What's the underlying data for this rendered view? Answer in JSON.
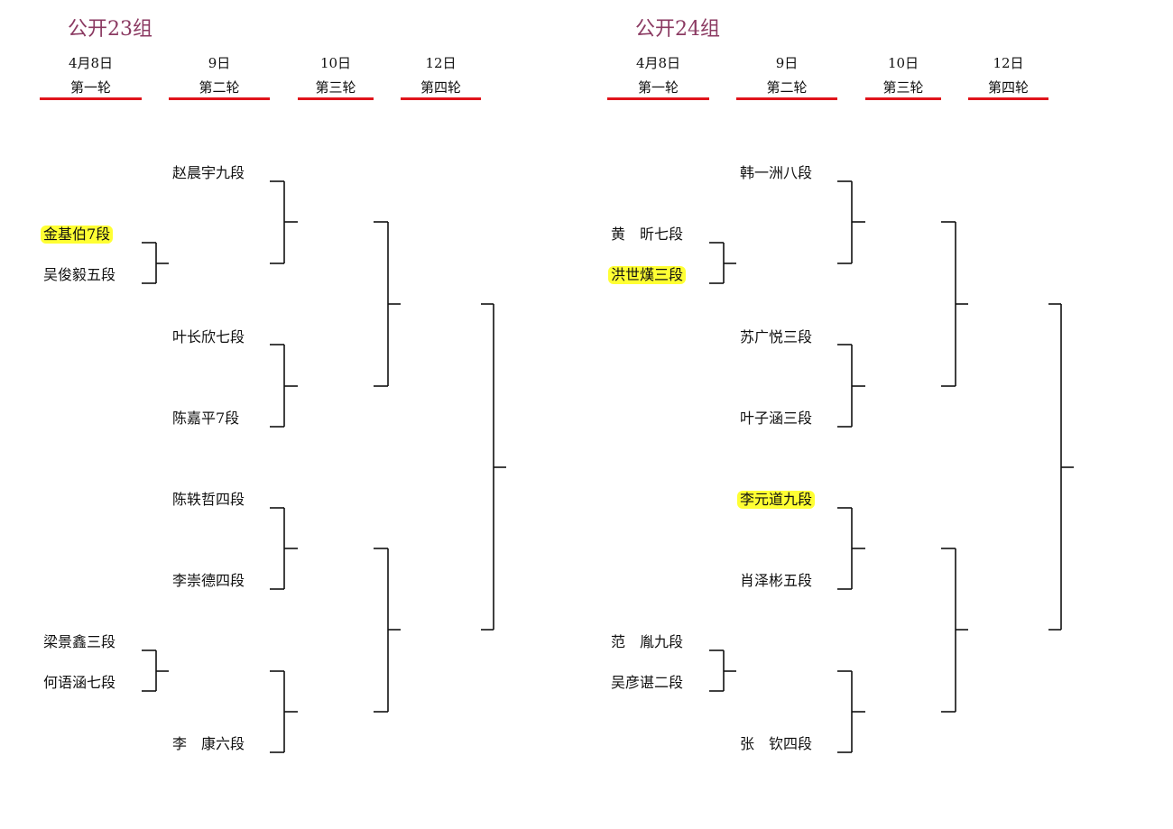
{
  "groups": [
    {
      "title": "公开23组",
      "rounds": [
        {
          "date": "4月8日",
          "label": "第一轮"
        },
        {
          "date": "9日",
          "label": "第二轮"
        },
        {
          "date": "10日",
          "label": "第三轮"
        },
        {
          "date": "12日",
          "label": "第四轮"
        }
      ],
      "round1": [
        "金基伯7段",
        "吴俊毅五段",
        "梁景鑫三段",
        "何语涵七段"
      ],
      "round2": [
        "赵晨宇九段",
        "叶长欣七段",
        "陈嘉平7段",
        "陈轶哲四段",
        "李崇德四段",
        "李　康六段"
      ]
    },
    {
      "title": "公开24组",
      "rounds": [
        {
          "date": "4月8日",
          "label": "第一轮"
        },
        {
          "date": "9日",
          "label": "第二轮"
        },
        {
          "date": "10日",
          "label": "第三轮"
        },
        {
          "date": "12日",
          "label": "第四轮"
        }
      ],
      "round1": [
        "黄　昕七段",
        "洪世熯三段",
        "范　胤九段",
        "吴彦谌二段"
      ],
      "round2": [
        "韩一洲八段",
        "苏广悦三段",
        "叶子涵三段",
        "李元道九段",
        "肖泽彬五段",
        "张　钦四段"
      ]
    }
  ],
  "highlight_color": "#ffff33",
  "accent_color": "#e0141b"
}
